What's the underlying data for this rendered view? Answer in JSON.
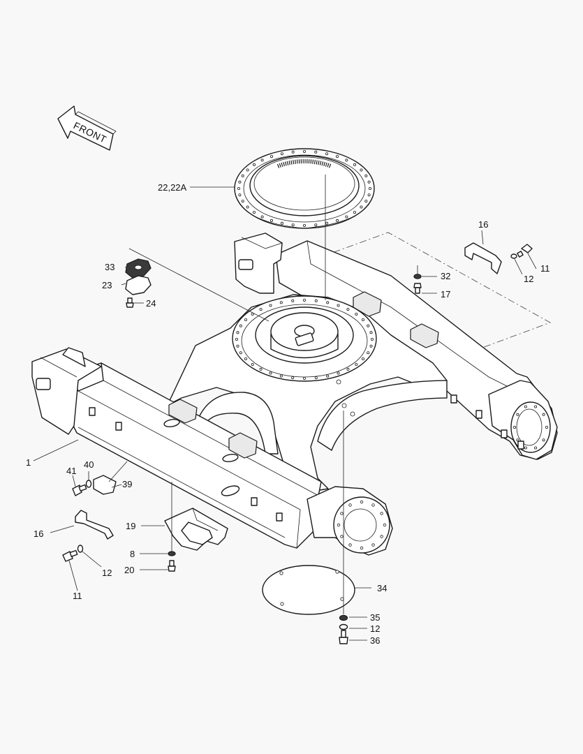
{
  "front_arrow": {
    "label": "FRONT"
  },
  "callouts": [
    {
      "id": "c-22",
      "text": "22,22A"
    },
    {
      "id": "c-16a",
      "text": "16"
    },
    {
      "id": "c-11a",
      "text": "11"
    },
    {
      "id": "c-12a",
      "text": "12"
    },
    {
      "id": "c-33",
      "text": "33"
    },
    {
      "id": "c-23",
      "text": "23"
    },
    {
      "id": "c-24",
      "text": "24"
    },
    {
      "id": "c-32",
      "text": "32"
    },
    {
      "id": "c-17",
      "text": "17"
    },
    {
      "id": "c-1",
      "text": "1"
    },
    {
      "id": "c-41",
      "text": "41"
    },
    {
      "id": "c-40",
      "text": "40"
    },
    {
      "id": "c-39",
      "text": "39"
    },
    {
      "id": "c-16b",
      "text": "16"
    },
    {
      "id": "c-19",
      "text": "19"
    },
    {
      "id": "c-8",
      "text": "8"
    },
    {
      "id": "c-20",
      "text": "20"
    },
    {
      "id": "c-12b",
      "text": "12"
    },
    {
      "id": "c-11b",
      "text": "11"
    },
    {
      "id": "c-34",
      "text": "34"
    },
    {
      "id": "c-35",
      "text": "35"
    },
    {
      "id": "c-12c",
      "text": "12"
    },
    {
      "id": "c-36",
      "text": "36"
    }
  ]
}
